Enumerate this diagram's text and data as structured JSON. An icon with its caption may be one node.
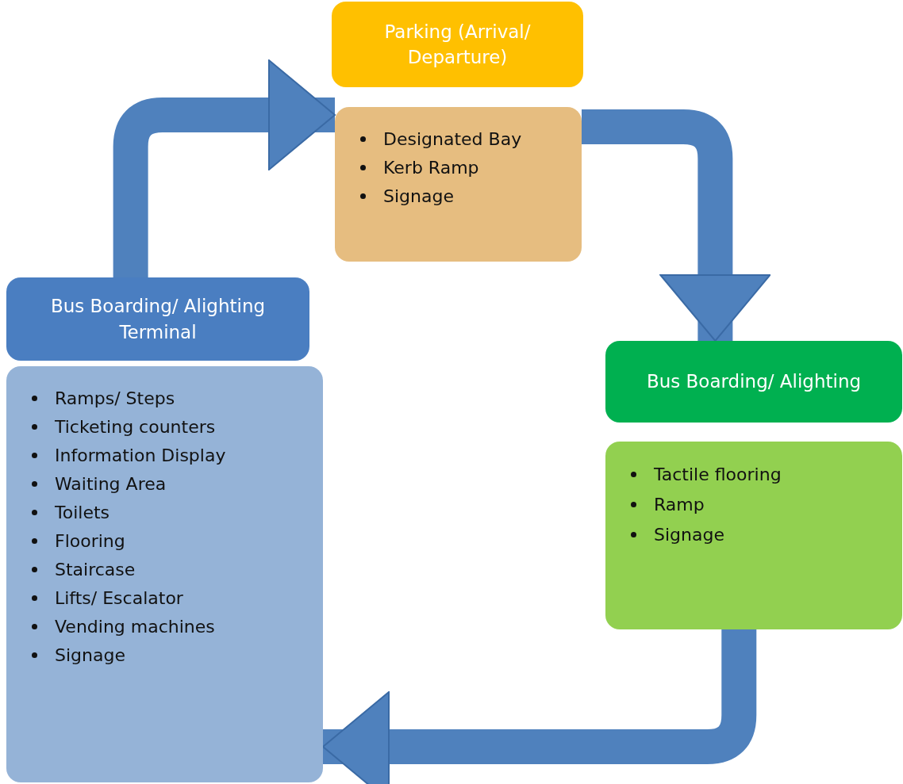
{
  "diagram": {
    "nodes": [
      {
        "text": [
          "Parking (Arrival/ Departure)"
        ]
      },
      {
        "text": [
          "Designated Bay",
          "Kerb Ramp",
          "Signage"
        ]
      },
      {
        "text": [
          "Bus Boarding/ Alighting"
        ]
      },
      {
        "text": [
          "Tactile flooring",
          "Ramp",
          "Signage"
        ]
      },
      {
        "text": [
          "Bus Boarding/ Alighting Terminal"
        ]
      },
      {
        "text": [
          "Ramps/ Steps",
          "Ticketing counters",
          "Information Display",
          "Waiting Area",
          "Toilets",
          "Flooring",
          "Staircase",
          "Lifts/ Escalator",
          "Vending machines",
          "Signage"
        ]
      }
    ],
    "edges": [
      {
        "from": 4,
        "to": 1,
        "arrow": "to"
      },
      {
        "from": 1,
        "to": 2,
        "arrow": "to"
      },
      {
        "from": 3,
        "to": 5,
        "arrow": "to"
      }
    ]
  }
}
